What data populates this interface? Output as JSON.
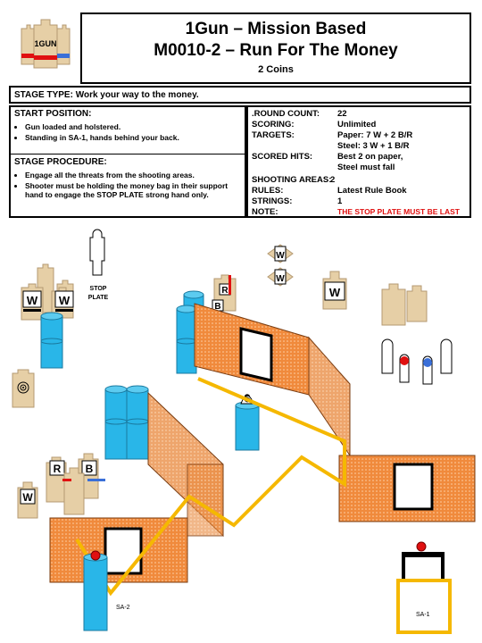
{
  "header": {
    "logo_text": "1GUN",
    "title1": "1Gun – Mission Based",
    "title2": "M0010-2 – Run For The Money",
    "coins": "2 Coins"
  },
  "stage_type": "STAGE TYPE: Work your way to the money.",
  "start_position": {
    "heading": "START POSITION:",
    "items": [
      "Gun loaded and holstered.",
      "Standing in SA-1, hands behind your back."
    ]
  },
  "stage_procedure": {
    "heading": "STAGE PROCEDURE:",
    "items": [
      "Engage all the threats from the shooting areas.",
      "Shooter must be holding the money bag in their support hand to engage the STOP PLATE strong hand only."
    ]
  },
  "info": {
    "round_count_label": ".ROUND COUNT:",
    "round_count": "22",
    "scoring_label": "SCORING:",
    "scoring": "Unlimited",
    "targets_label": "TARGETS:",
    "targets_paper": "Paper: 7 W + 2 B/R",
    "targets_steel": "Steel:  3 W + 1 B/R",
    "scored_hits_label": "SCORED HITS:",
    "scored_hits_1": "Best 2 on paper,",
    "scored_hits_2": "Steel must fall",
    "shooting_areas_label": "SHOOTING AREAS:",
    "shooting_areas": "2",
    "rules_label": "RULES:",
    "rules": "Latest Rule Book",
    "strings_label": "STRINGS:",
    "strings": "1",
    "note_label": "NOTE:",
    "note": "THE STOP PLATE MUST BE LAST"
  },
  "diagram": {
    "stop_plate_label_1": "STOP",
    "stop_plate_label_2": "PLATE",
    "sa1": "SA-1",
    "sa2": "SA-2",
    "target_w": "W",
    "target_r": "R",
    "target_b": "B",
    "money_sign": "$"
  },
  "colors": {
    "orange": "#f08a3c",
    "blue": "#29b6e8",
    "yellow": "#f5b800",
    "target_tan": "#e6cfa6",
    "red": "#e01010"
  }
}
